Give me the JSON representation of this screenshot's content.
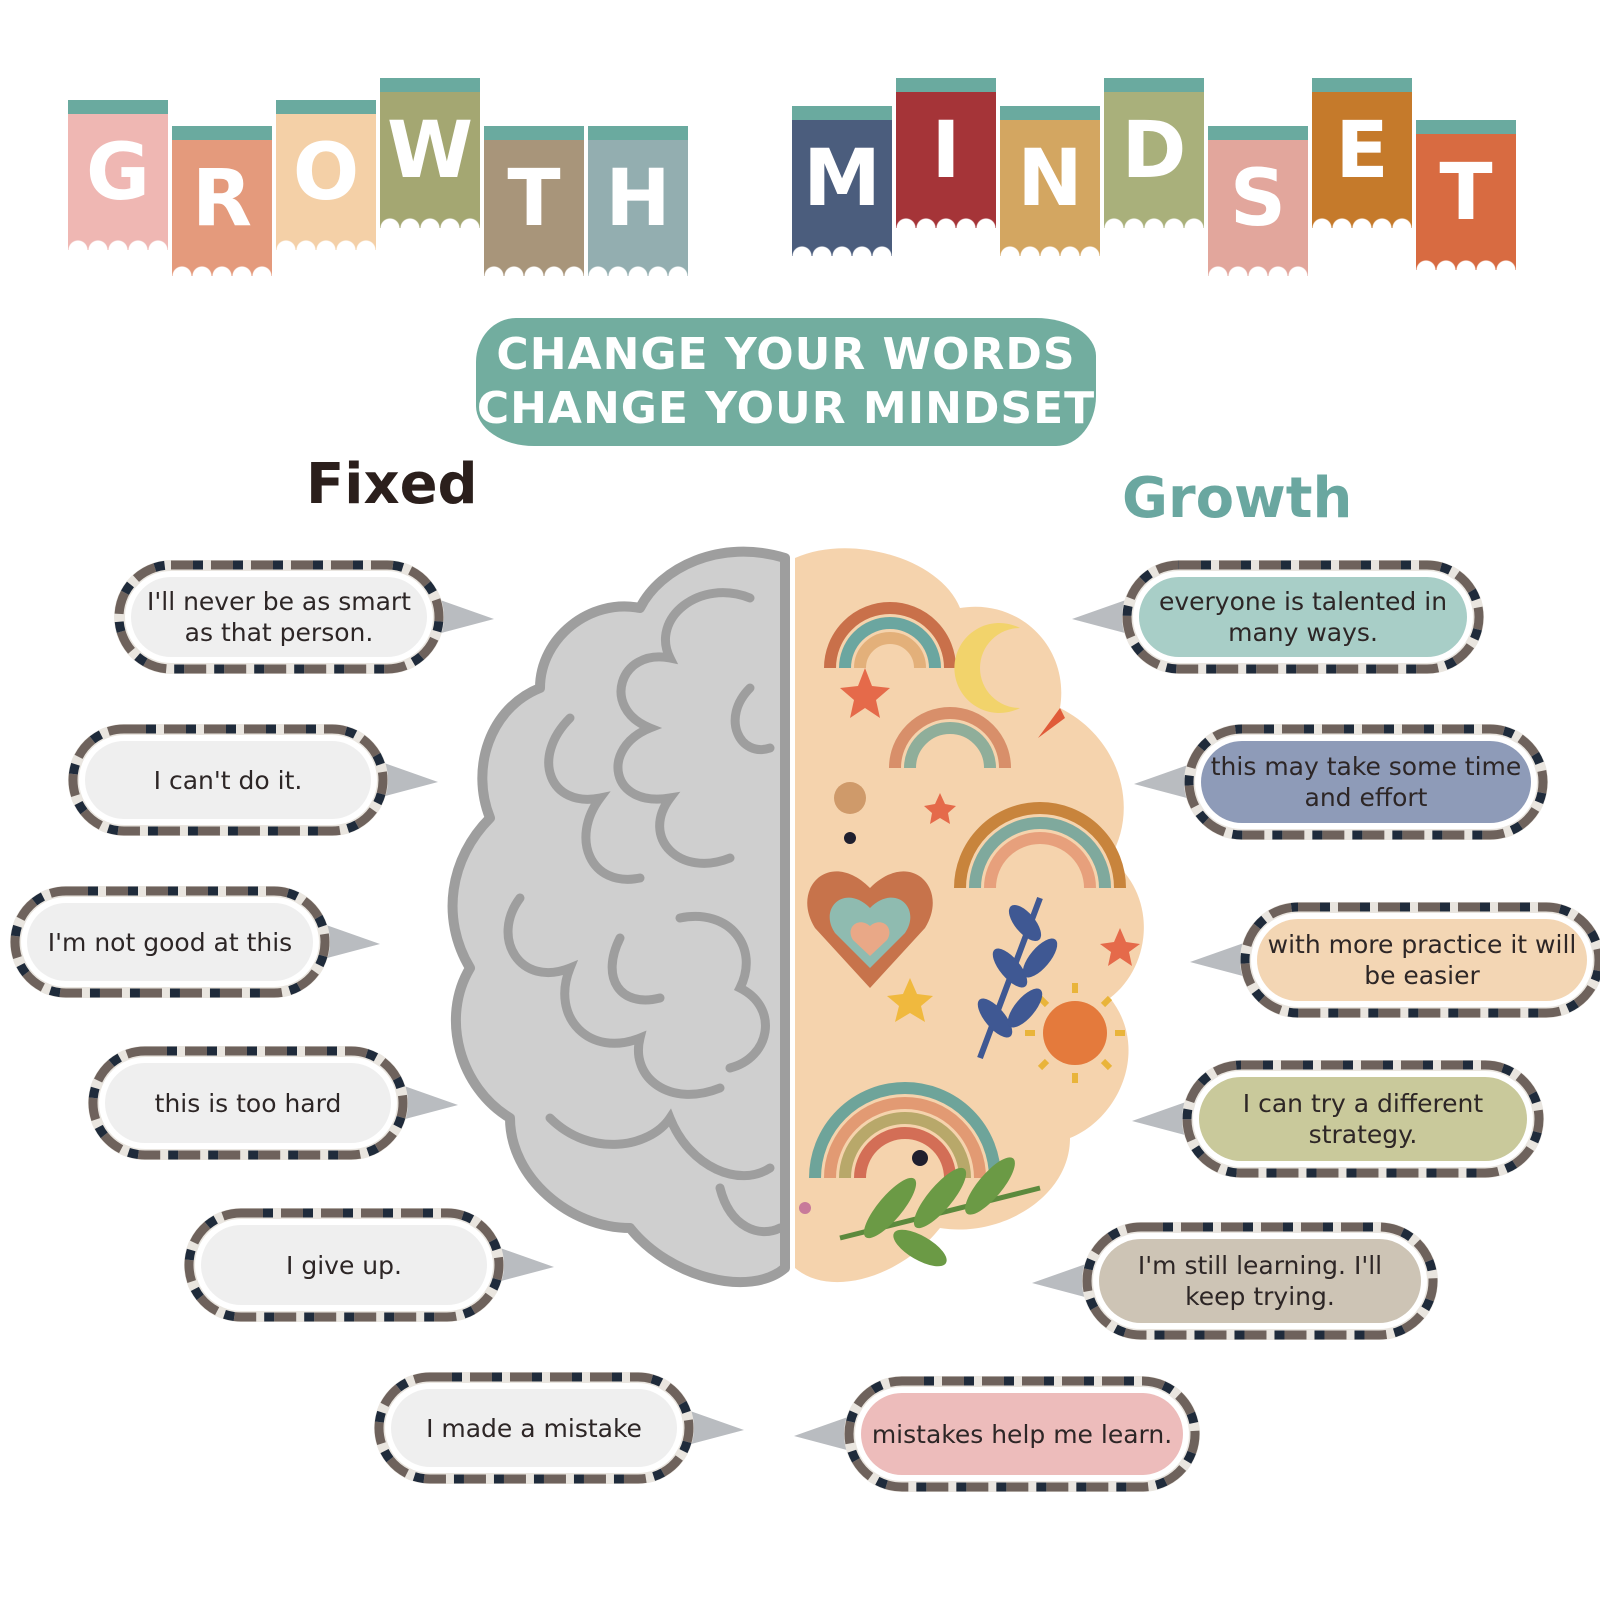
{
  "title": {
    "word1": [
      "G",
      "R",
      "O",
      "W",
      "T",
      "H"
    ],
    "word2": [
      "M",
      "I",
      "N",
      "D",
      "S",
      "E",
      "T"
    ]
  },
  "subtitle": {
    "line1": "CHANGE YOUR WORDS",
    "line2": "CHANGE YOUR MINDSET"
  },
  "fixed": {
    "heading": "Fixed",
    "statements": [
      "I'll never be as smart as that person.",
      "I can't do it.",
      "I'm not good at this",
      "this is too hard",
      "I give up.",
      "I made a mistake"
    ]
  },
  "growth": {
    "heading": "Growth",
    "statements": [
      "everyone is talented in many ways.",
      "this may take some time and effort",
      "with more practice it will be easier",
      "I can try a different strategy.",
      "I'm still learning. I'll keep trying.",
      "mistakes help me learn."
    ]
  },
  "colors": {
    "growth_letters": [
      "#efb7b3",
      "#e49a7c",
      "#f4d0a7",
      "#a4a772",
      "#a8957a",
      "#93aeb0"
    ],
    "mindset_letters": [
      "#4b5d7d",
      "#a53438",
      "#d3a661",
      "#a9b07b",
      "#e2a69c",
      "#c57a2b",
      "#d86b41"
    ],
    "banner_top": "#6aaa9f",
    "subtitle_bg": "#72ad9f",
    "fixed_bubble": "#efefef",
    "growth_bubbles": [
      "#a8cec7",
      "#8e9bb8",
      "#f3d6b4",
      "#c9c99b",
      "#cdc4b5",
      "#edbcbb"
    ],
    "brain_left": "#cfcfcf",
    "brain_right": "#f5d3ad"
  }
}
